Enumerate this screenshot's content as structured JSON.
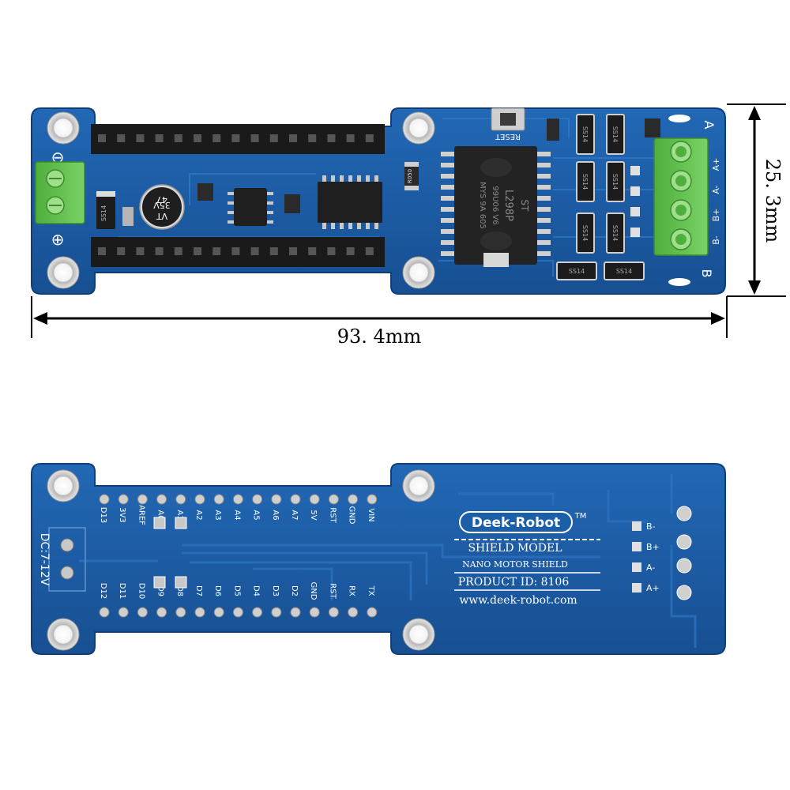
{
  "dimensions": {
    "height": "25. 3mm",
    "width": "93. 4mm"
  },
  "top_board": {
    "capacitor": {
      "line1": "47",
      "line2": "35V",
      "line3": "VT"
    },
    "reset_label": "RESET",
    "chip": {
      "logo": "ST",
      "lines": [
        "L298P",
        "99U06 V6",
        "MYS 9A 605"
      ]
    },
    "resistor": "R050",
    "diode_label": "SS14",
    "channel_a": "A",
    "channel_b": "B",
    "motor_pins": [
      "A+",
      "A-",
      "B+",
      "B-"
    ],
    "polarity_minus": "⊖",
    "polarity_plus": "⊕"
  },
  "bottom_board": {
    "dc_label": "DC:7-12V",
    "pins_top": [
      "D13",
      "3V3",
      "AREF",
      "A0",
      "A1",
      "A2",
      "A3",
      "A4",
      "A5",
      "A6",
      "A7",
      "5V",
      "RST",
      "GND",
      "VIN"
    ],
    "pins_bottom": [
      "D12",
      "D11",
      "D10",
      "D9",
      "D8",
      "D7",
      "D6",
      "D5",
      "D4",
      "D3",
      "D2",
      "GND",
      "RST",
      "RX",
      "TX"
    ],
    "brand": "Deek-Robot",
    "tm": "TM",
    "model_title": "SHIELD MODEL",
    "model_name": "NANO MOTOR SHIELD",
    "product_id": "PRODUCT ID: 8106",
    "website": "www.deek-robot.com",
    "motor_pins": [
      "B-",
      "B+",
      "A-",
      "A+"
    ]
  },
  "colors": {
    "pcb": "#1b5fa8",
    "pcb_dark": "#124a8a",
    "pcb_edge": "#0f3f78",
    "terminal": "#5fbf4a",
    "header": "#1a1a1a",
    "silk": "#ffffff"
  }
}
